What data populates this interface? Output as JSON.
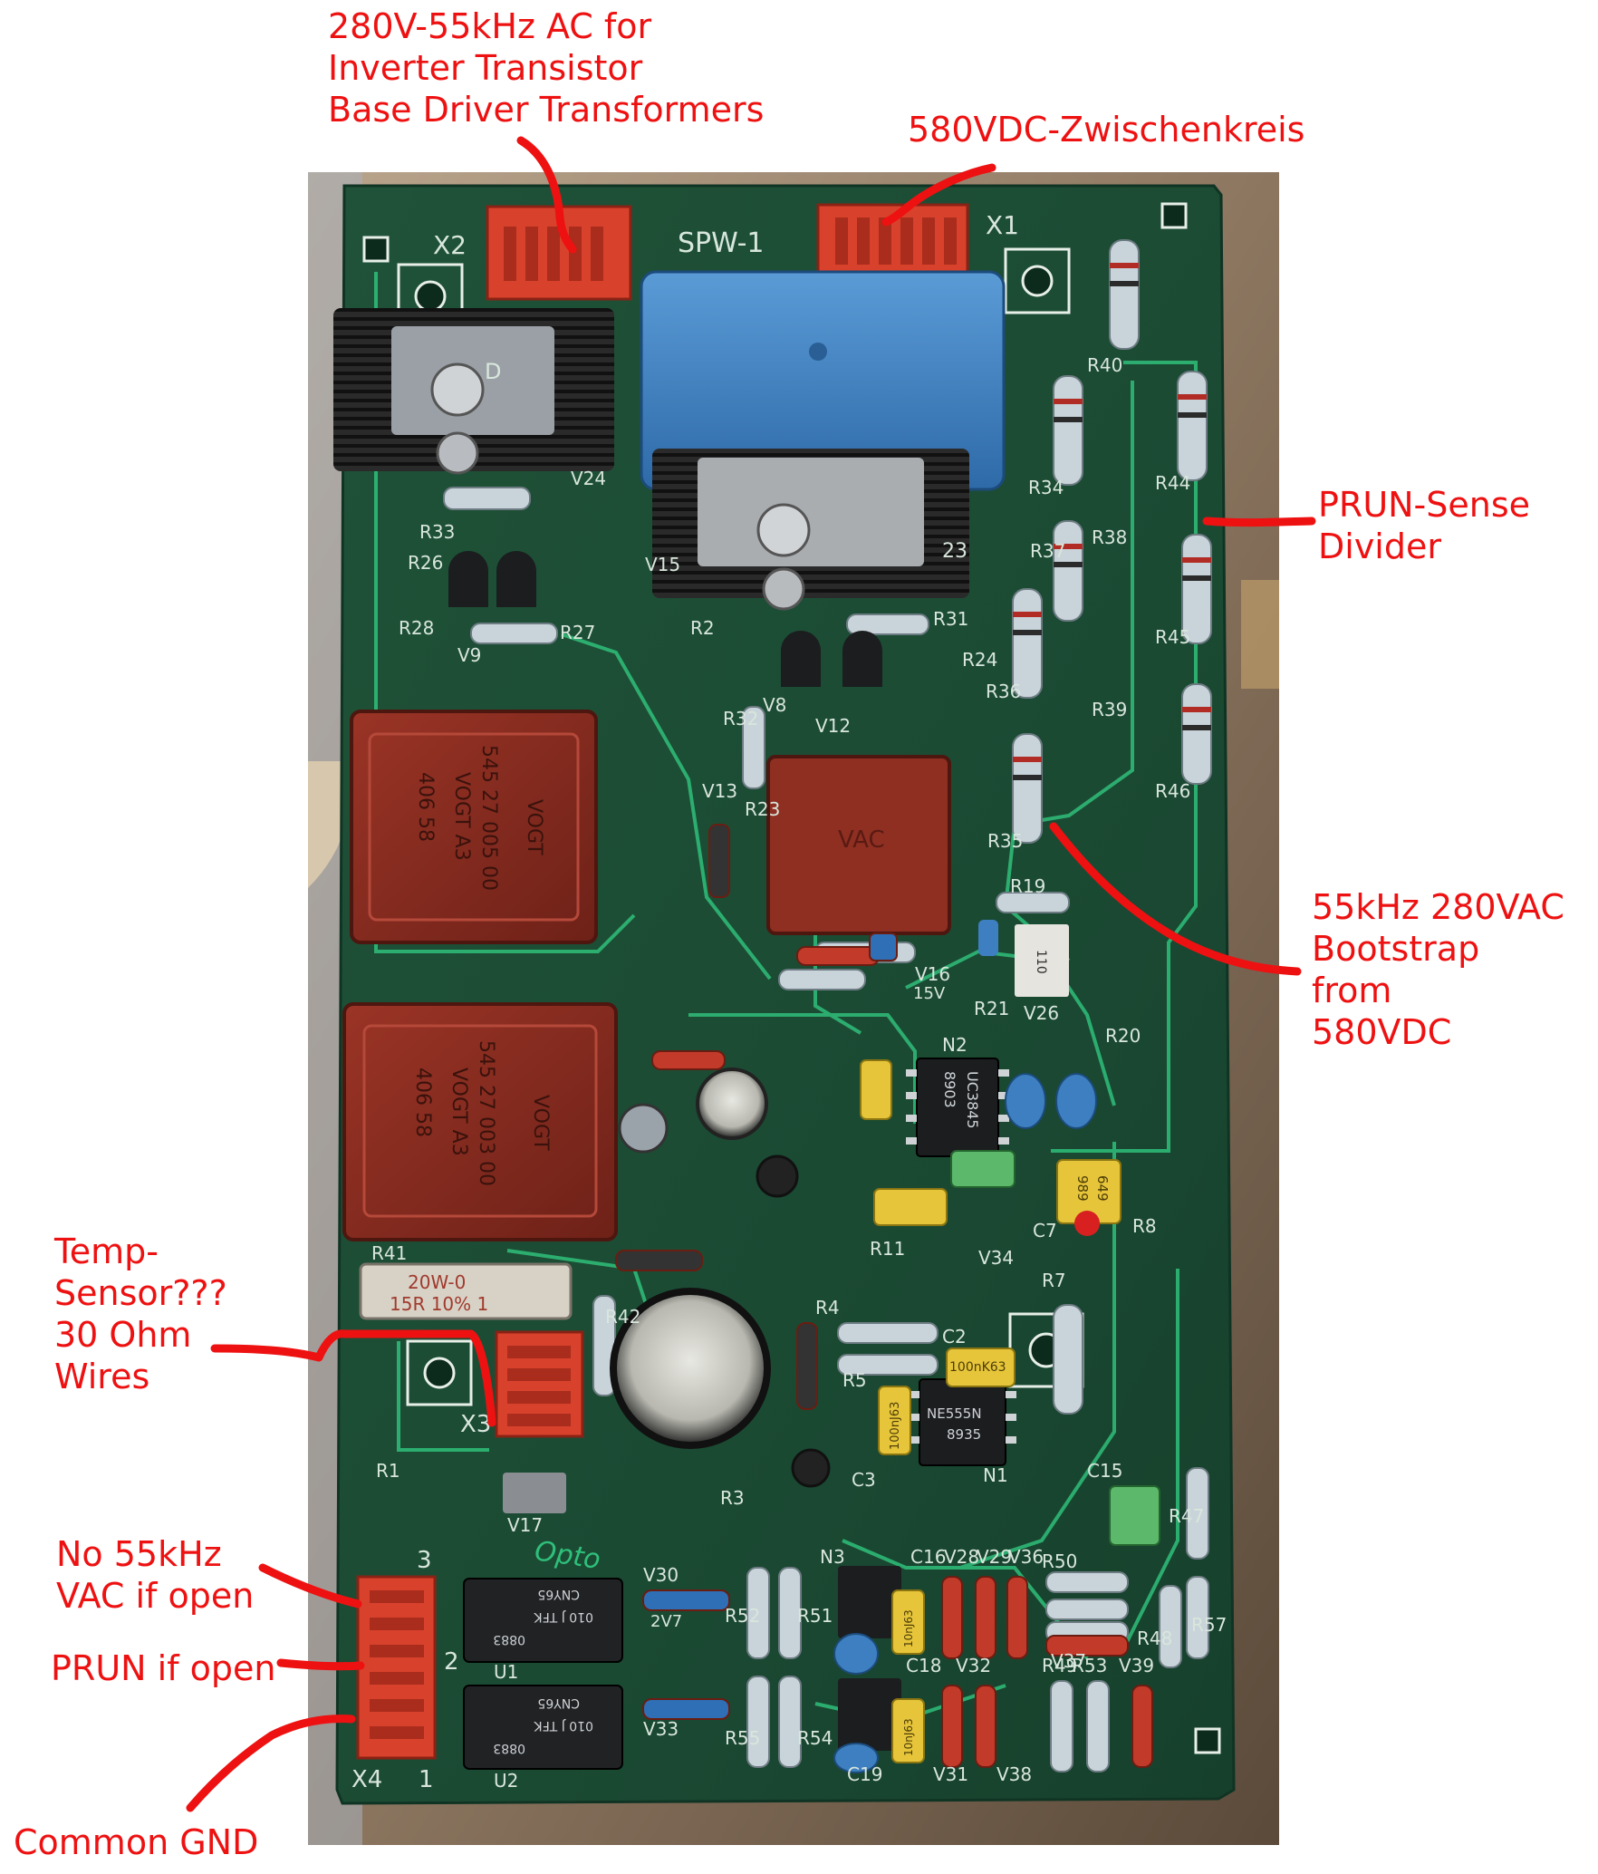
{
  "colors": {
    "annotation": "#ee1111",
    "pcb_green": "#1e4d35",
    "trace_green": "#2fbf7a",
    "silkscreen": "#d8e6dc",
    "connector_red": "#d8422c",
    "capacitor_blue": "#3d7fc0",
    "transformer_brown": "#8a2a20",
    "ic_black": "#1b1d1f"
  },
  "annotations": {
    "base_driver": [
      "280V-55kHz AC for",
      "Inverter Transistor",
      "Base Driver Transformers"
    ],
    "dc_link": [
      "580VDC-Zwischenkreis"
    ],
    "prun_sense": [
      "PRUN-Sense",
      "Divider"
    ],
    "bootstrap": [
      "55kHz 280VAC",
      "Bootstrap",
      "from",
      "580VDC"
    ],
    "temp_sensor": [
      "Temp-",
      "Sensor???",
      "30 Ohm",
      "Wires"
    ],
    "no_vac": [
      "No 55kHz",
      "VAC if open"
    ],
    "prun_open": [
      "PRUN if open"
    ],
    "common_gnd": [
      "Common GND"
    ]
  },
  "board": {
    "title": "SPW-1",
    "labels": [
      "X1",
      "X2",
      "X3",
      "X4",
      "D",
      "V24",
      "V15",
      "23",
      "R33",
      "R26",
      "R28",
      "R27",
      "V9",
      "R2",
      "R31",
      "R32",
      "V8",
      "V12",
      "R24",
      "R23",
      "V13",
      "R34",
      "R37",
      "R38",
      "R39",
      "R40",
      "R44",
      "R45",
      "R46",
      "R36",
      "R35",
      "R19",
      "V16",
      "15V",
      "R21",
      "V26",
      "R20",
      "N2",
      "R8",
      "R11",
      "V34",
      "R7",
      "C7",
      "R41",
      "R42",
      "R4",
      "C2",
      "R5",
      "N1",
      "R1",
      "V17",
      "R3",
      "C3",
      "C15",
      "R47",
      "R50",
      "V37",
      "R48",
      "R57",
      "V30",
      "2V7",
      "V33",
      "U1",
      "U2",
      "N3",
      "C16",
      "V28",
      "V29",
      "V36",
      "C18",
      "V32",
      "R49",
      "R53",
      "V39",
      "V31",
      "V38",
      "C19",
      "R52",
      "R51",
      "R55",
      "R54",
      "3",
      "2",
      "1"
    ],
    "component_marks": {
      "transformer_a": [
        "406 58",
        "VOGT A3",
        "545 27 005 00",
        "VOGT"
      ],
      "transformer_b": [
        "406 58",
        "VOGT A3",
        "545 27 003 00",
        "VOGT"
      ],
      "pot_resistor": [
        "20W-0",
        "15R 10% 1"
      ],
      "choke": "VAC",
      "ic_n2": [
        "UC3845",
        "8903"
      ],
      "ic_n1": [
        "NE555N",
        "8935"
      ],
      "cap_c2": "100nK63",
      "cap_c3": "100nJ63",
      "cap_c16": "10nJ63",
      "cap_c17": "10nJ63",
      "trimmer": [
        "649",
        "989"
      ],
      "opto_v26": "110",
      "relay_u1": [
        "CNY65",
        "010 J TFK",
        "0883"
      ],
      "relay_u2": [
        "CNY65",
        "010 J TFK",
        "0883"
      ],
      "handwritten": "Opto"
    }
  }
}
